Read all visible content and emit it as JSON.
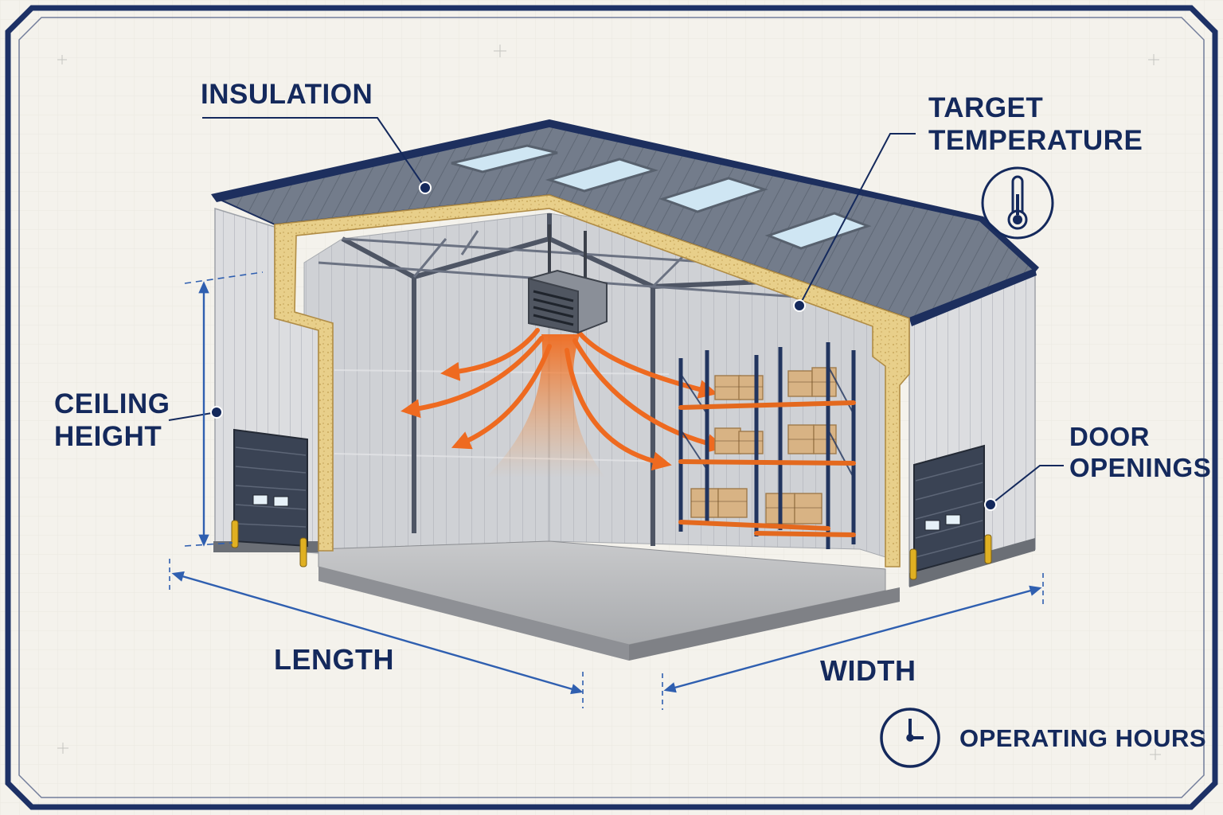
{
  "labels": {
    "insulation": "INSULATION",
    "target_temperature": [
      "TARGET",
      "TEMPERATURE"
    ],
    "ceiling_height": [
      "CEILING",
      "HEIGHT"
    ],
    "door_openings": [
      "DOOR",
      "OPENINGS"
    ],
    "length": "LENGTH",
    "width": "WIDTH",
    "operating_hours": "OPERATING HOURS"
  },
  "icons": {
    "temperature": "thermometer-icon",
    "hours": "clock-icon"
  },
  "colors": {
    "navy": "#14295c",
    "dimension_blue": "#2f5fb0",
    "heat_orange": "#f07020",
    "insulation_yellow": "#e8cf8a",
    "roof_gray": "#6f7887",
    "rack_orange": "#e4691e",
    "rack_blue": "#22355f",
    "background": "#f4f2ec"
  }
}
